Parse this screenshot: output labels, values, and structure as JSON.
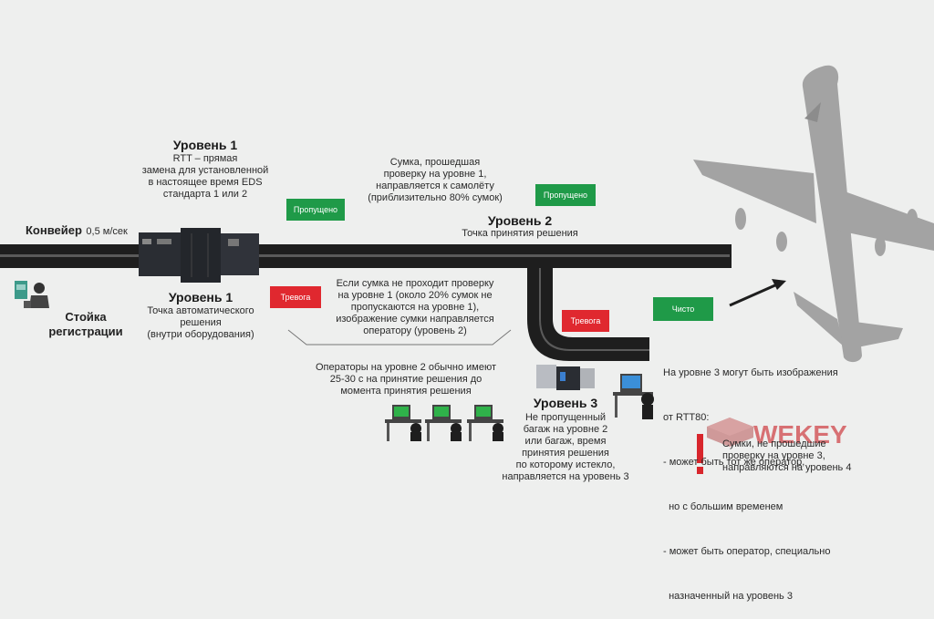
{
  "conveyor": {
    "label_bold": "Конвейер",
    "label_speed": "0,5 м/сек"
  },
  "checkin": {
    "line1": "Стойка",
    "line2": "регистрации"
  },
  "level1_top": {
    "title": "Уровень 1",
    "lines": [
      "RTT – прямая",
      "замена для установленной",
      "в настоящее время EDS",
      "стандарта 1 или 2"
    ]
  },
  "level1_bottom": {
    "title": "Уровень 1",
    "lines": [
      "Точка автоматического",
      "решения",
      "(внутри оборудования)"
    ]
  },
  "tags": {
    "passed1": "Пропущено",
    "passed2": "Пропущено",
    "alarm1": "Тревога",
    "alarm2": "Тревога",
    "clean": "Чисто"
  },
  "passed_bag": {
    "lines": [
      "Сумка, прошедшая",
      "проверку на уровне 1,",
      "направляется к самолёту",
      "(приблизительно 80% сумок)"
    ]
  },
  "level2": {
    "title": "Уровень 2",
    "subtitle": "Точка принятия решения"
  },
  "failed_bag": {
    "lines": [
      "Если сумка не проходит проверку",
      "на уровне 1 (около 20% сумок не",
      "пропускаются на уровне 1),",
      "изображение сумки направляется",
      "оператору (уровень 2)"
    ]
  },
  "operators_l2": {
    "lines": [
      "Операторы на уровне 2 обычно имеют",
      "25-30 с на принятие решения до",
      "момента принятия решения"
    ]
  },
  "level3": {
    "title": "Уровень 3",
    "lines": [
      "Не пропущенный",
      "багаж на уровне 2",
      "или багаж, время",
      "принятия решения",
      "по которому истекло,",
      "направляется на уровень 3"
    ]
  },
  "level3_images": {
    "lines": [
      "На уровне 3 могут быть изображения",
      "от RTT80:",
      "- может быть тот же оператор,",
      "  но с большим временем",
      "- может быть оператор, специально",
      "  назначенный на уровень 3"
    ]
  },
  "bags_not_passed": {
    "lines": [
      "Сумки, не прошедшие",
      "проверку на уровне 3,",
      "направляются на уровень 4"
    ]
  },
  "watermark": "WEKEY",
  "colors": {
    "green": "#1f9a48",
    "red": "#e0282f",
    "belt": "#1e1e1e",
    "plane": "#9a9a9a"
  }
}
